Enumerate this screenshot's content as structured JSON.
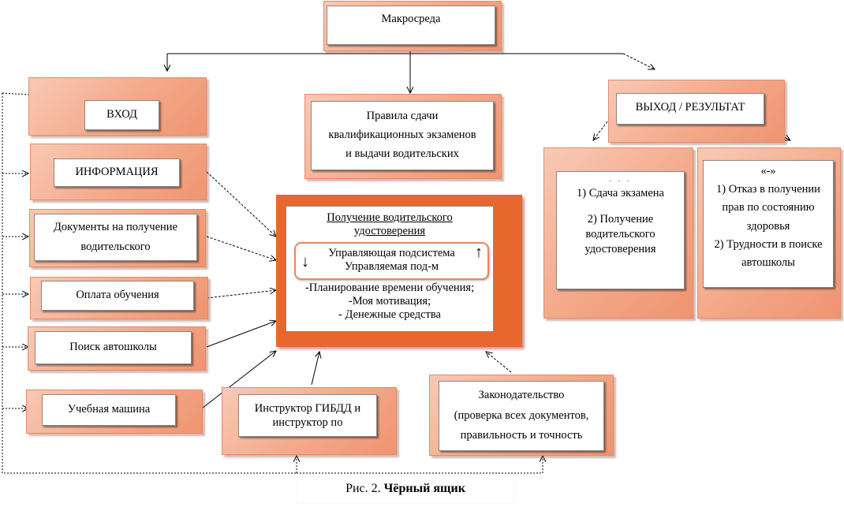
{
  "macro": "Макросреда",
  "input": "ВХОД",
  "rules": [
    "Правила сдачи",
    "квалификационных экзаменов",
    "и выдачи водительских"
  ],
  "output": "ВЫХОД / РЕЗУЛЬТАТ",
  "info": "ИНФОРМАЦИЯ",
  "docs": [
    "Документы на получение",
    "водительского"
  ],
  "payment": "Оплата обучения",
  "search": "Поиск автошколы",
  "car": "Учебная машина",
  "instructor": [
    "Инструктор ГИБДД и",
    "инструктор по"
  ],
  "law": [
    "Законодательство",
    "(проверка всех документов,",
    "правильность и точность"
  ],
  "center": {
    "title": [
      "Получение водительского",
      "удостоверения"
    ],
    "subsystem": [
      "Управляющая подсистема",
      "Управляемая под-м"
    ],
    "arrow_down": "↓",
    "arrow_up": "↑",
    "list": [
      "-Планирование времени обучения;",
      "-Моя  мотивация;",
      "- Денежные средства"
    ]
  },
  "positive": {
    "dots": ". . .",
    "items": [
      "1) Сдача экзамена",
      "2) Получение",
      "водительского",
      "удостоверения"
    ]
  },
  "negative": {
    "sign": "«-»",
    "items": [
      "1) Отказ в получении",
      "прав по состоянию",
      "здоровья",
      "2) Трудности в поиске",
      "автошколы"
    ]
  },
  "caption": {
    "prefix": "Рис. 2. ",
    "title": "Чёрный ящик"
  }
}
